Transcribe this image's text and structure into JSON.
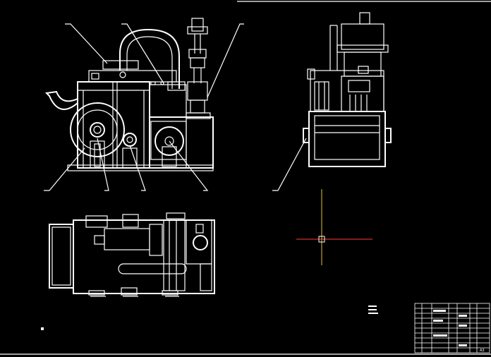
{
  "drawing": {
    "background": "#000000",
    "line_color": "#ffffff",
    "crosshair_h_color": "#ff3b30",
    "crosshair_v_color": "#e0c040",
    "callout_count": 8,
    "cursor_marker": "ucs-cross",
    "title_block": {
      "sheet_label": "A3"
    }
  }
}
